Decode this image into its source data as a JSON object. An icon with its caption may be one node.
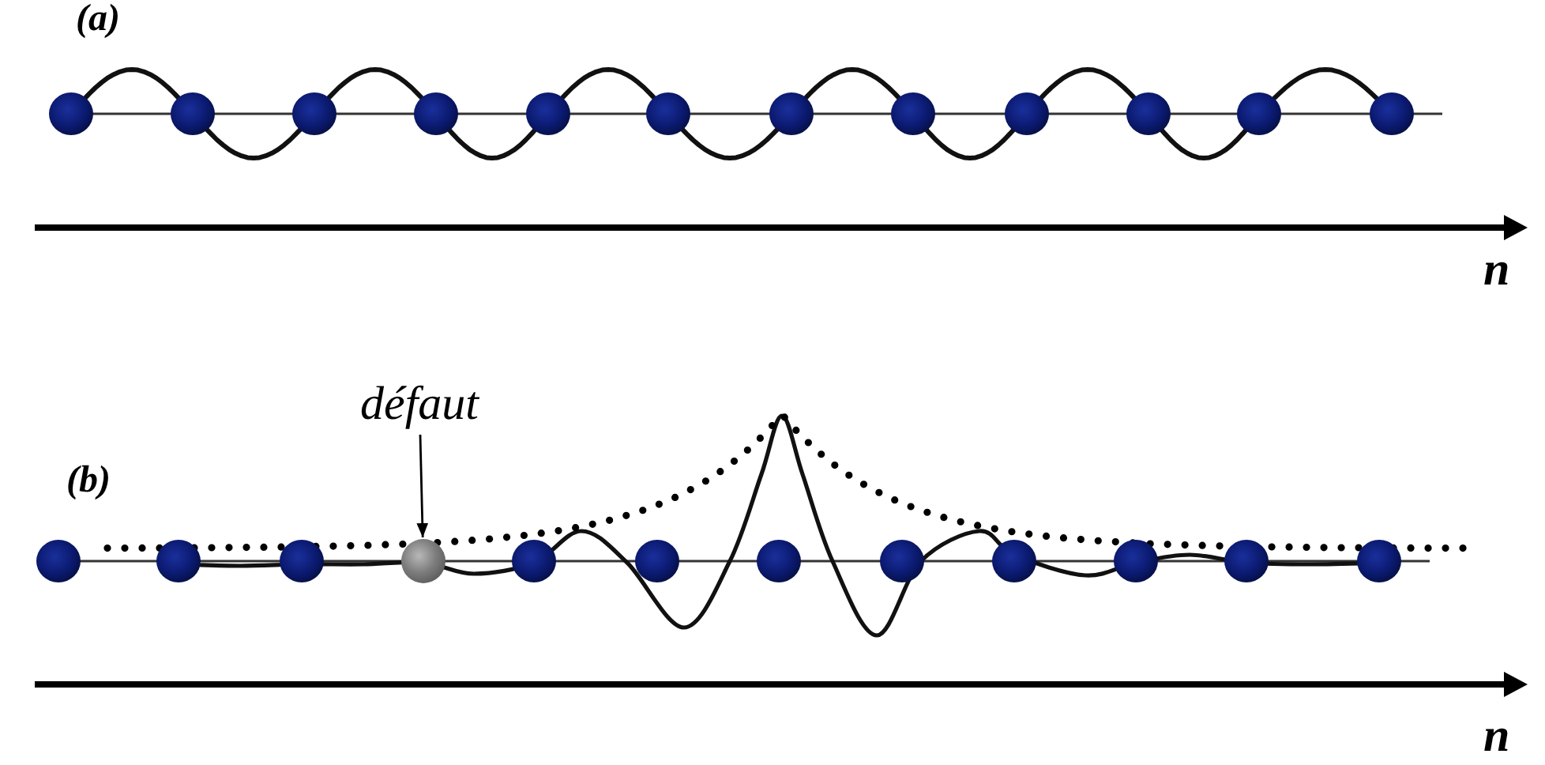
{
  "diagram": {
    "nodes": [
      {
        "text": [
          "défaut"
        ]
      },
      {
        "text": [],
        "shape": "circle"
      }
    ],
    "edges": [
      {
        "from": 0,
        "to": 1,
        "arrow": "to"
      }
    ],
    "labels": [
      "(a)",
      "n",
      "(b)",
      "n"
    ]
  }
}
